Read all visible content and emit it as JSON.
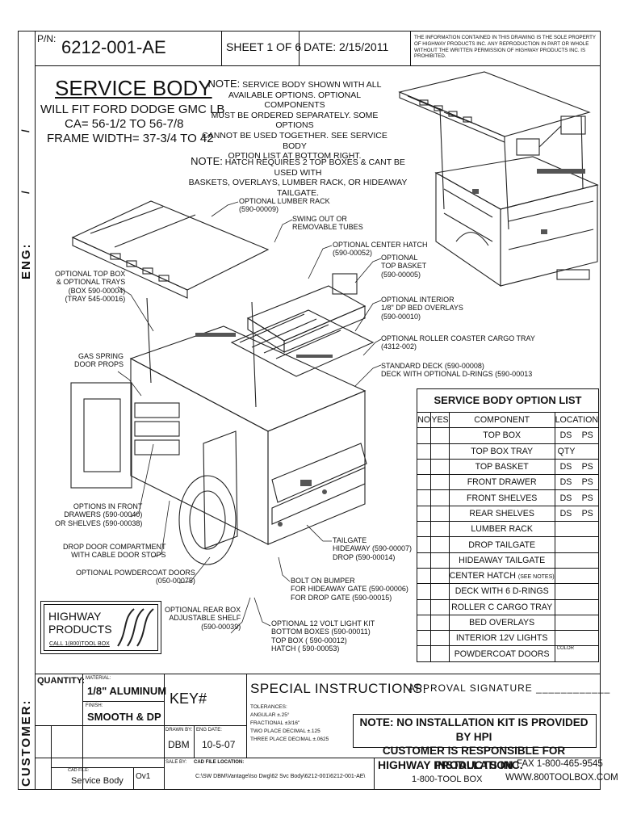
{
  "header": {
    "pn_label": "P/N:",
    "pn_value": "6212-001-AE",
    "sheet": "SHEET 1 OF 6",
    "date_label": "DATE:",
    "date_value": "2/15/2011",
    "property_notice": "THE INFORMATION CONTAINED IN THIS DRAWING IS THE SOLE PROPERTY OF HIGHWAY PRODUCTS INC. ANY REPRODUCTION IN PART OR WHOLE WITHOUT THE WRITTEN PERMISSION OF HIGHWAY PRODUCTS INC. IS PROHIBITED."
  },
  "side_labels": {
    "slash1": "/",
    "slash2": "/",
    "eng": "ENG:",
    "customer": "CUSTOMER:"
  },
  "title": {
    "main": "SERVICE BODY",
    "line1": "WILL FIT FORD DODGE GMC LB",
    "line2": "CA= 56-1/2 TO 56-7/8",
    "line3": "FRAME WIDTH= 37-3/4 TO 42"
  },
  "notes": {
    "note1_label": "NOTE:",
    "note1_l1": "SERVICE BODY SHOWN WITH ALL",
    "note1_l2": "AVAILABLE OPTIONS. OPTIONAL COMPONENTS",
    "note1_l3": "MUST BE ORDERED SEPARATELY. SOME OPTIONS",
    "note1_l4": "CANNOT BE USED TOGETHER. SEE SERVICE BODY",
    "note1_l5": "OPTION LIST AT BOTTOM RIGHT.",
    "note2_label": "NOTE:",
    "note2_l1": "HATCH REQUIRES 2 TOP BOXES & CANT BE USED WITH",
    "note2_l2": "BASKETS, OVERLAYS, LUMBER RACK, OR HIDEAWAY TAILGATE."
  },
  "callouts": {
    "lumber_rack": "OPTIONAL LUMBER RACK\n(590-00009)",
    "swing_out": "SWING OUT OR\nREMOVABLE TUBES",
    "center_hatch": "OPTIONAL CENTER HATCH\n(590-00052)",
    "top_basket": "OPTIONAL\nTOP BASKET\n(590-00005)",
    "top_box": "OPTIONAL TOP BOX\n& OPTIONAL TRAYS\n(BOX 590-00004)\n(TRAY 545-00016)",
    "interior": "OPTIONAL INTERIOR\n1/8\" DP BED OVERLAYS\n(590-00010)",
    "roller": "OPTIONAL ROLLER COASTER CARGO TRAY\n(4312-002)",
    "deck": "STANDARD DECK (590-00008)\nDECK WITH OPTIONAL D-RINGS (590-00013",
    "gas_spring": "GAS SPRING\nDOOR PROPS",
    "front_drawers": "OPTIONS IN FRONT\nDRAWERS (590-00040)\nOR SHELVES (590-00038)",
    "drop_door": "DROP DOOR COMPARTMENT\nWITH CABLE DOOR STOPS",
    "powdercoat": "OPTIONAL POWDERCOAT DOORS\n(050-00075)",
    "tailgate": "TAILGATE\nHIDEAWAY (590-00007)\nDROP (590-00014)",
    "bolt_bumper": "BOLT ON BUMPER\nFOR HIDEAWAY GATE (590-00006)\nFOR DROP GATE (590-00015)",
    "rear_box": "OPTIONAL REAR BOX\nADJUSTABLE SHELF\n(590-00039)",
    "light_kit": "OPTIONAL 12 VOLT LIGHT KIT\nBOTTOM BOXES (590-00011)\nTOP BOX ( 590-00012)\nHATCH ( 590-00053)"
  },
  "logo": {
    "line1": "HIGHWAY",
    "line2": "PRODUCTS",
    "line3": "CALL 1(800)TOOL BOX"
  },
  "option_list": {
    "title": "SERVICE BODY OPTION LIST",
    "headers": [
      "NO",
      "YES",
      "COMPONENT",
      "LOCATION"
    ],
    "rows": [
      {
        "component": "TOP BOX",
        "loc1": "DS",
        "loc2": "PS"
      },
      {
        "component": "TOP BOX TRAY",
        "loc1": "QTY",
        "loc2": ""
      },
      {
        "component": "TOP BASKET",
        "loc1": "DS",
        "loc2": "PS"
      },
      {
        "component": "FRONT DRAWER",
        "loc1": "DS",
        "loc2": "PS"
      },
      {
        "component": "FRONT SHELVES",
        "loc1": "DS",
        "loc2": "PS"
      },
      {
        "component": "REAR SHELVES",
        "loc1": "DS",
        "loc2": "PS"
      },
      {
        "component": "LUMBER RACK",
        "loc1": "",
        "loc2": ""
      },
      {
        "component": "DROP TAILGATE",
        "loc1": "",
        "loc2": ""
      },
      {
        "component": "HIDEAWAY TAILGATE",
        "loc1": "",
        "loc2": ""
      },
      {
        "component": "CENTER HATCH",
        "note": "(SEE NOTES)",
        "loc1": "",
        "loc2": ""
      },
      {
        "component": "DECK WITH 6 D-RINGS",
        "loc1": "",
        "loc2": ""
      },
      {
        "component": "ROLLER C CARGO TRAY",
        "loc1": "",
        "loc2": ""
      },
      {
        "component": "BED OVERLAYS",
        "loc1": "",
        "loc2": ""
      },
      {
        "component": "INTERIOR 12V LIGHTS",
        "loc1": "",
        "loc2": ""
      },
      {
        "component": "POWDERCOAT DOORS",
        "loc1": "COLOR",
        "loc2": ""
      }
    ]
  },
  "title_block": {
    "quantity_label": "QUANTITY:",
    "material_label": "MATERIAL:",
    "material_value": "1/8\" ALUMINUM",
    "finish_label": "FINISH:",
    "finish_value": "SMOOTH & DP",
    "key_label": "KEY#",
    "special_instructions": "SPECIAL INSTRUCTIONS:",
    "approval": "APPROVAL SIGNATURE ____________",
    "tolerances_label": "TOLERANCES:",
    "tol_angular": "ANGULAR ±.25°",
    "tol_fractional": "FRACTIONAL ±3/16\"",
    "tol_two": "TWO PLACE DECIMAL  ±.125",
    "tol_three": "THREE PLACE DECIMAL  ±.0625",
    "drawn_by_label": "DRAWN BY:",
    "drawn_by_value": "DBM",
    "eng_date_label": "ENG DATE:",
    "eng_date_value": "10-5-07",
    "sale_by_label": "SALE BY:",
    "cad_location_label": "CAD FILE LOCATION:",
    "cad_location_value": "C:\\SW DBM\\Vantage\\Iso Dwg\\62 Svc Body\\6212-001\\6212-001-AE\\",
    "cad_file_label": "CAD FILE:",
    "cad_file_value": "Service Body",
    "version": "Ov1",
    "install_note_l1": "NOTE: NO INSTALLATION KIT IS PROVIDED BY HPI",
    "install_note_l2": "CUSTOMER IS RESPONSIBLE FOR INSTALLATION",
    "company": "HIGHWAY PRODUCTS INC.",
    "phone": "1-800-TOOL BOX",
    "fax": "FAX 1-800-465-9545",
    "website": "WWW.800TOOLBOX.COM"
  }
}
